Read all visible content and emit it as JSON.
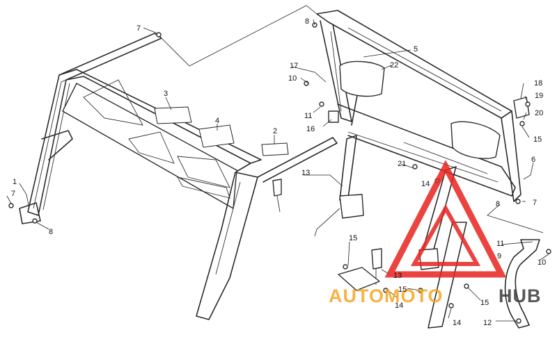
{
  "callouts": [
    {
      "id": "c1",
      "text": "1"
    },
    {
      "id": "c2",
      "text": "2"
    },
    {
      "id": "c3",
      "text": "3"
    },
    {
      "id": "c4",
      "text": "4"
    },
    {
      "id": "c5",
      "text": "5"
    },
    {
      "id": "c6",
      "text": "6"
    },
    {
      "id": "c7a",
      "text": "7"
    },
    {
      "id": "c7b",
      "text": "7"
    },
    {
      "id": "c7c",
      "text": "7"
    },
    {
      "id": "c8a",
      "text": "8"
    },
    {
      "id": "c8b",
      "text": "8"
    },
    {
      "id": "c8c",
      "text": "8"
    },
    {
      "id": "c9",
      "text": "9"
    },
    {
      "id": "c10a",
      "text": "10"
    },
    {
      "id": "c10b",
      "text": "10"
    },
    {
      "id": "c11a",
      "text": "11"
    },
    {
      "id": "c11b",
      "text": "11"
    },
    {
      "id": "c12",
      "text": "12"
    },
    {
      "id": "c13a",
      "text": "13"
    },
    {
      "id": "c13b",
      "text": "13"
    },
    {
      "id": "c14a",
      "text": "14"
    },
    {
      "id": "c14b",
      "text": "14"
    },
    {
      "id": "c14c",
      "text": "14"
    },
    {
      "id": "c15a",
      "text": "15"
    },
    {
      "id": "c15b",
      "text": "15"
    },
    {
      "id": "c15c",
      "text": "15"
    },
    {
      "id": "c15d",
      "text": "15"
    },
    {
      "id": "c16",
      "text": "16"
    },
    {
      "id": "c17",
      "text": "17"
    },
    {
      "id": "c18",
      "text": "18"
    },
    {
      "id": "c19",
      "text": "19"
    },
    {
      "id": "c20",
      "text": "20"
    },
    {
      "id": "c21",
      "text": "21"
    },
    {
      "id": "c22",
      "text": "22"
    }
  ],
  "watermark": {
    "left_text": "AUTOMOTO",
    "right_text": "HUB",
    "left_color": "#f5a623",
    "right_color": "#3c3c3c",
    "logo_color": "#e8231f"
  }
}
